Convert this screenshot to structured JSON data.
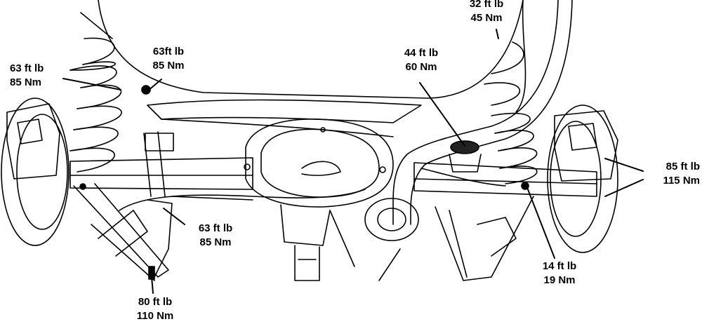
{
  "callouts": [
    {
      "id": "upper-left-mount",
      "line1": "63 ft lb",
      "line2": "85 Nm"
    },
    {
      "id": "upper-control-arm",
      "line1": "63ft lb",
      "line2": "85 Nm"
    },
    {
      "id": "top-mount",
      "line1": "32 ft lb",
      "line2": "45 Nm"
    },
    {
      "id": "track-bar",
      "line1": "44 ft lb",
      "line2": "60 Nm"
    },
    {
      "id": "lower-arm-pivot",
      "line1": "63 ft lb",
      "line2": "85 Nm"
    },
    {
      "id": "shock-lower",
      "line1": "80 ft lb",
      "line2": "110 Nm"
    },
    {
      "id": "spring-retainer",
      "line1": "14 ft lb",
      "line2": "19 Nm"
    },
    {
      "id": "wheel-lugs",
      "line1": "85 ft lb",
      "line2": "115 Nm"
    }
  ]
}
